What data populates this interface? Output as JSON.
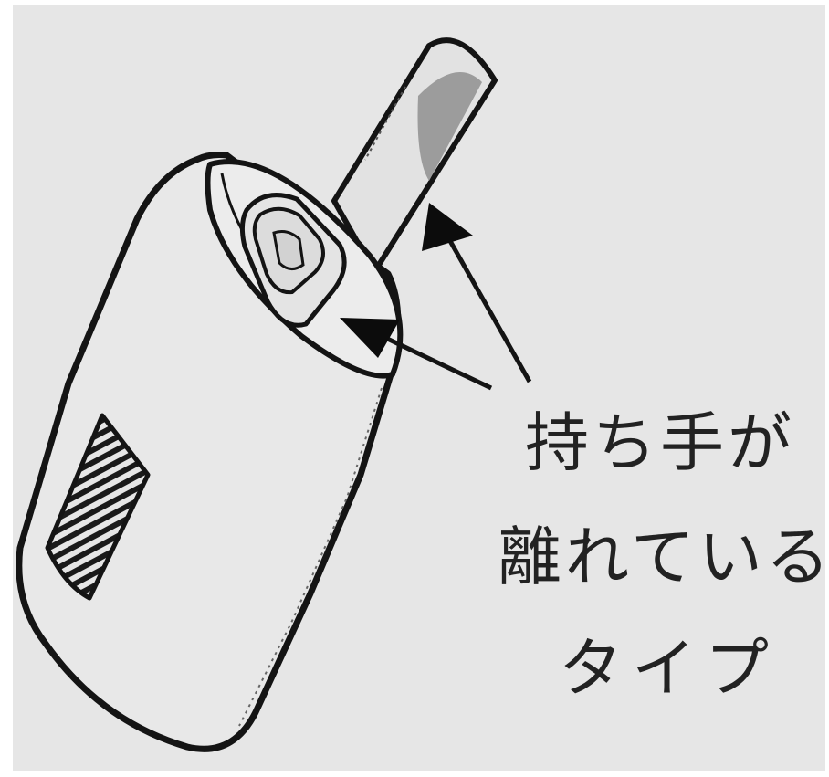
{
  "caption": {
    "line1": "持ち手が",
    "line2": "離れている",
    "line3": "タイプ"
  },
  "colors": {
    "paper": "#e6e6e6",
    "ink": "#141414",
    "text": "#222222"
  },
  "icons": [
    "bag-illustration",
    "arrow-to-lid-icon",
    "arrow-to-handle-icon"
  ]
}
